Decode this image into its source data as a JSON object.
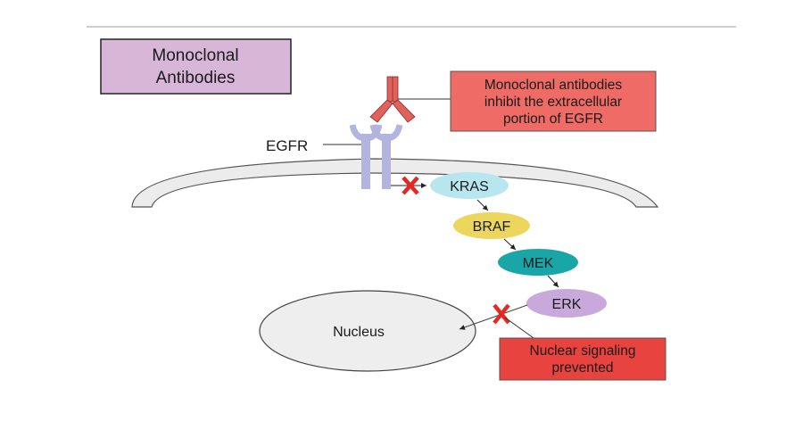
{
  "title_box": {
    "lines": [
      "Monoclonal",
      "Antibodies"
    ],
    "fill": "#d8b6d8"
  },
  "callouts": {
    "antibody": {
      "lines": [
        "Monoclonal antibodies",
        "inhibit the extracellular",
        "portion of EGFR"
      ],
      "fill": "#ef6b66"
    },
    "nuclear": {
      "lines": [
        "Nuclear signaling",
        "prevented"
      ],
      "fill": "#e8433e"
    }
  },
  "labels": {
    "egfr": "EGFR",
    "nucleus": "Nucleus"
  },
  "pathway": [
    {
      "name": "KRAS",
      "fill": "#b8e6ee"
    },
    {
      "name": "BRAF",
      "fill": "#ecd65c"
    },
    {
      "name": "MEK",
      "fill": "#1aa6a6"
    },
    {
      "name": "ERK",
      "fill": "#c9a8dc"
    }
  ],
  "colors": {
    "receptor": "#b4b4e0",
    "antibody": "#e0625c",
    "block_x": "#e32a22",
    "membrane": "#ececec",
    "nucleus": "#eeeeee"
  },
  "block_marks": [
    "egfr-to-kras",
    "erk-to-nucleus"
  ]
}
